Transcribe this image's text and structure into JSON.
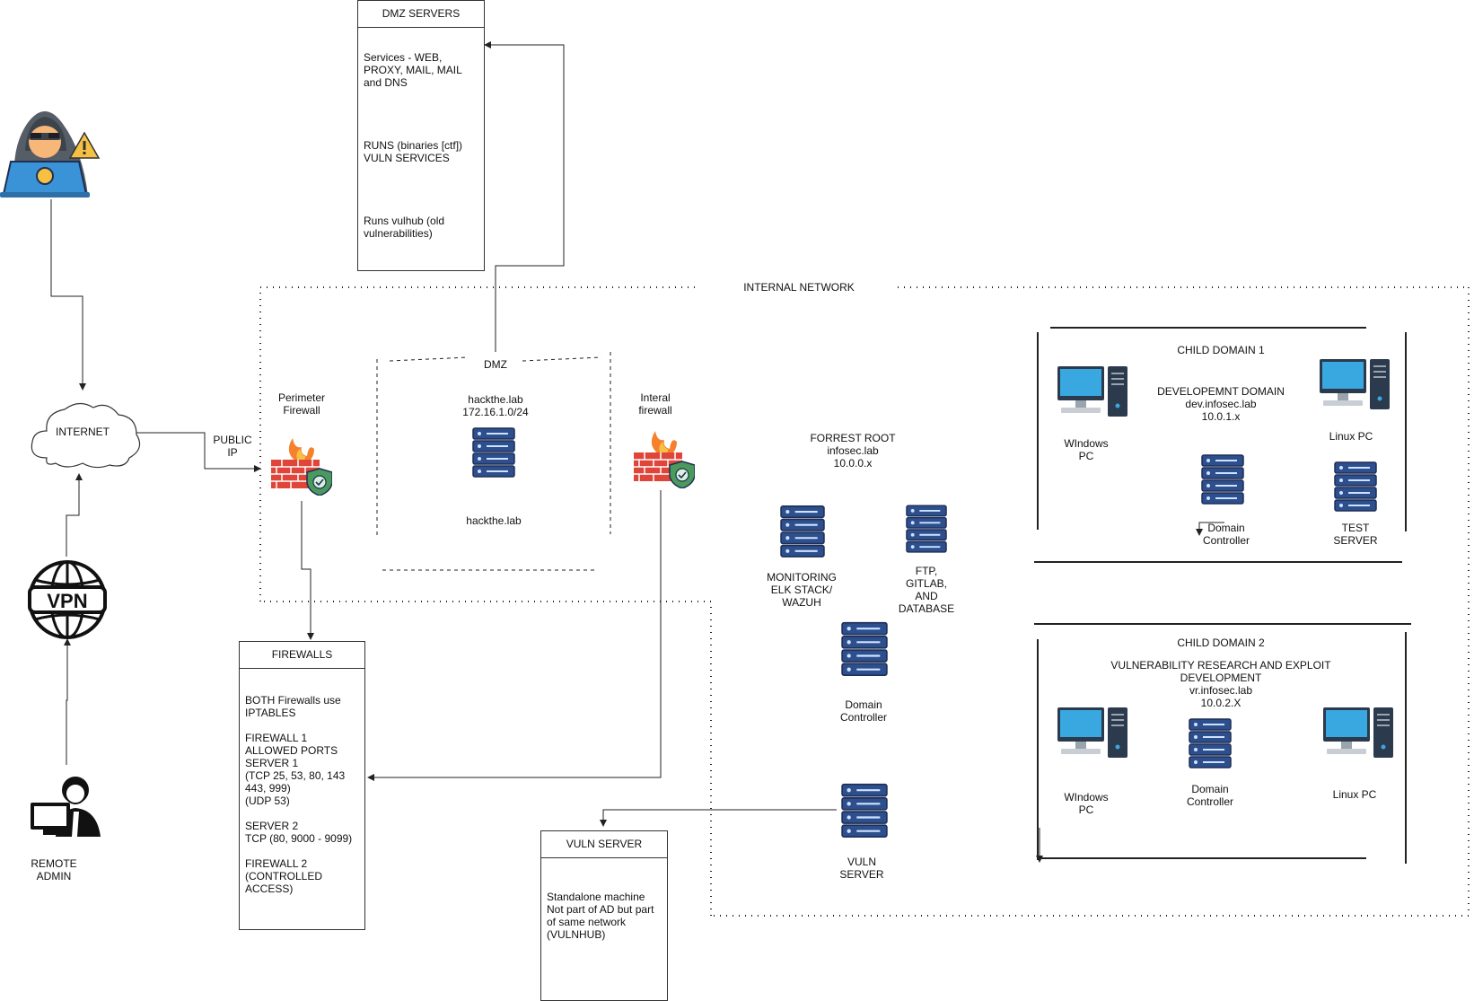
{
  "colors": {
    "server_blue": "#2d4f8e",
    "server_dark": "#1f2f55",
    "monitor_blue": "#39a7e0",
    "firewall_red": "#e0453a",
    "flame_orange": "#f5812d",
    "shield_green": "#4a9a5c",
    "warning_yellow": "#f6c143",
    "line": "#222222"
  },
  "nodes": {
    "internet": "INTERNET",
    "public_ip": "PUBLIC\nIP",
    "remote_admin": "REMOTE\nADMIN",
    "perimeter_firewall": "Perimeter\nFirewall",
    "interal_firewall": "Interal\nfirewall",
    "dmz_title": "DMZ",
    "dmz_domain": "hackthe.lab\n172.16.1.0/24",
    "dmz_server_label": "hackthe.lab",
    "internal_network": "INTERNAL NETWORK",
    "forrest_root": "FORREST ROOT\ninfosec.lab\n10.0.0.x",
    "monitoring": "MONITORING\nELK STACK/\nWAZUH",
    "ftp": "FTP,\nGITLAB,\nAND\nDATABASE",
    "root_dc": "Domain\nController",
    "vuln_server_node": "VULN\nSERVER"
  },
  "child_domain_1": {
    "title": "CHILD DOMAIN 1",
    "subtitle": "DEVELOPEMNT DOMAIN\ndev.infosec.lab\n10.0.1.x",
    "windows_pc": "WIndows\nPC",
    "linux_pc": "Linux PC",
    "dc": "Domain\nController",
    "test_server": "TEST\nSERVER"
  },
  "child_domain_2": {
    "title": "CHILD DOMAIN 2",
    "subtitle": "VULNERABILITY RESEARCH AND EXPLOIT\nDEVELOPMENT\nvr.infosec.lab\n10.0.2.X",
    "windows_pc": "WIndows\nPC",
    "dc": "Domain\nController",
    "linux_pc": "Linux PC"
  },
  "dmz_servers_box": {
    "title": "DMZ SERVERS",
    "body": "Services - WEB,\nPROXY, MAIL, MAIL\nand DNS\n\n\n\n\nRUNS (binaries [ctf])\nVULN SERVICES\n\n\n\n\nRuns vulhub (old\nvulnerabilities)"
  },
  "firewalls_box": {
    "title": "FIREWALLS",
    "body": "BOTH Firewalls use\nIPTABLES\n\nFIREWALL 1\nALLOWED PORTS\nSERVER 1\n(TCP 25, 53, 80, 143\n443, 999)\n(UDP 53)\n\nSERVER 2\nTCP (80, 9000 - 9099)\n\nFIREWALL 2\n(CONTROLLED\nACCESS)"
  },
  "vuln_server_box": {
    "title": "VULN SERVER",
    "body": "Standalone machine\nNot part of AD but part\nof same network\n(VULNHUB)"
  },
  "icons": {
    "hacker": "hacker-with-laptop",
    "warning": "warning-triangle",
    "cloud": "cloud",
    "vpn": "vpn-globe",
    "admin": "admin-at-computer",
    "firewall": "firewall-brick-wall",
    "server": "server-rack",
    "pc": "desktop-computer"
  }
}
